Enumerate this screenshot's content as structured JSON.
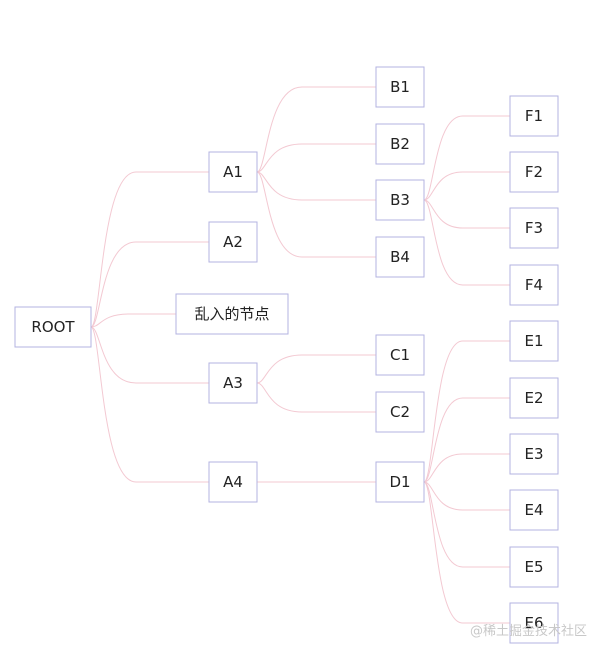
{
  "diagram": {
    "root": "ROOT",
    "level1": [
      "A1",
      "A2",
      "乱入的节点",
      "A3",
      "A4"
    ],
    "a1_children": [
      "B1",
      "B2",
      "B3",
      "B4"
    ],
    "b3_children": [
      "F1",
      "F2",
      "F3",
      "F4"
    ],
    "a3_children": [
      "C1",
      "C2"
    ],
    "a4_children": [
      "D1"
    ],
    "d1_children": [
      "E1",
      "E2",
      "E3",
      "E4",
      "E5",
      "E6"
    ]
  },
  "watermark": "@稀土掘金技术社区"
}
